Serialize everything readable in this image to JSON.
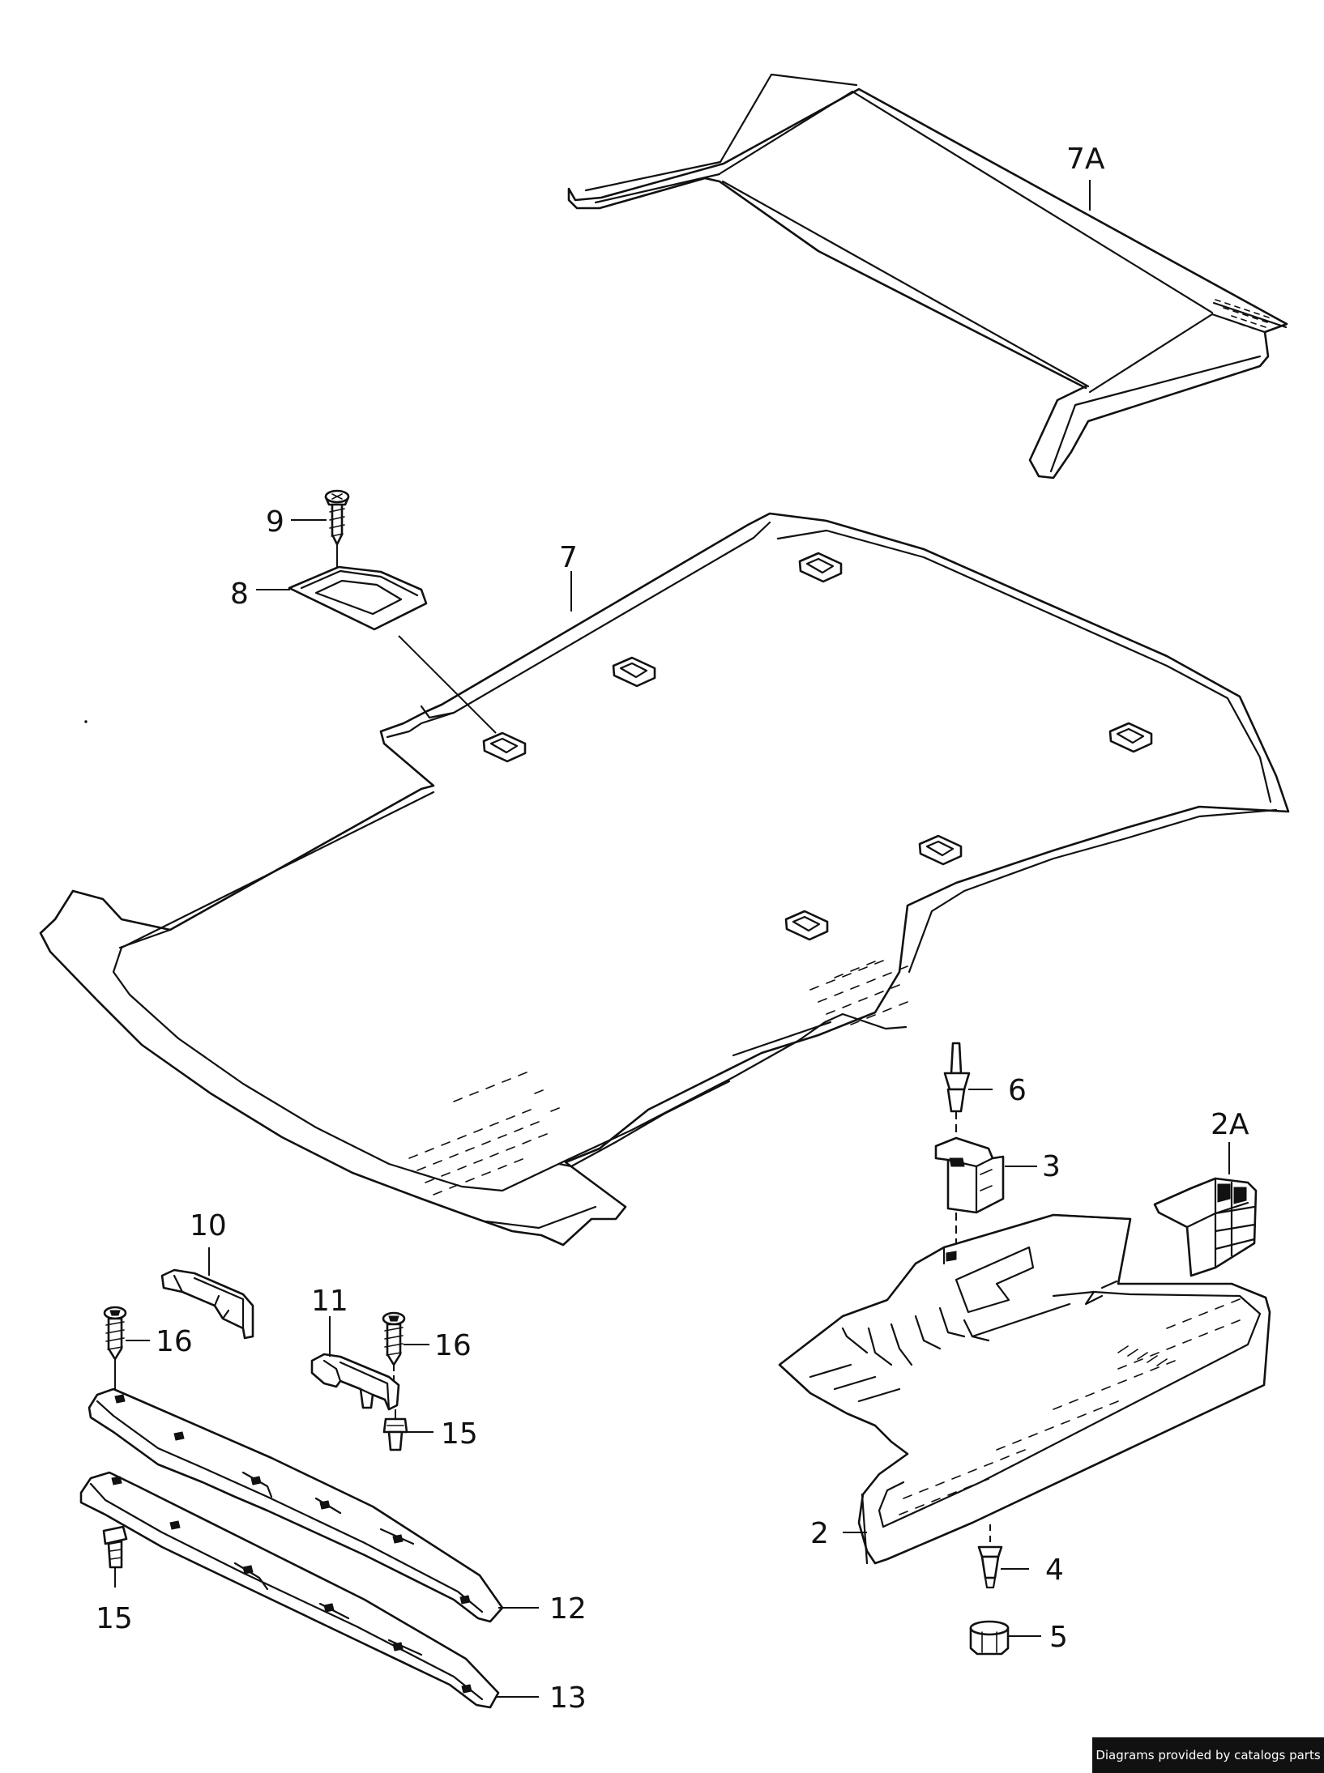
{
  "callouts": {
    "c_7a": "7A",
    "c_7": "7",
    "c_8": "8",
    "c_9": "9",
    "c_6": "6",
    "c_3": "3",
    "c_2a": "2A",
    "c_10": "10",
    "c_11": "11",
    "c_16a": "16",
    "c_16b": "16",
    "c_15a": "15",
    "c_15b": "15",
    "c_12": "12",
    "c_13": "13",
    "c_2": "2",
    "c_4": "4",
    "c_5": "5"
  },
  "footer": {
    "text": "Diagrams provided by catalogs parts"
  }
}
